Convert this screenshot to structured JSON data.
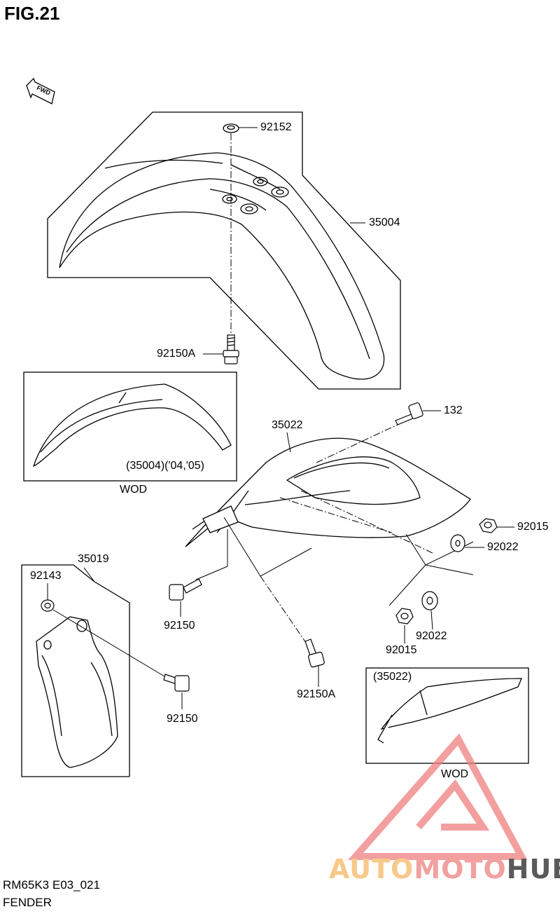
{
  "figure": {
    "title": "FIG.21",
    "code": "RM65K3 E03_021",
    "name": "FENDER"
  },
  "direction_marker": {
    "label": "FWD"
  },
  "parts": {
    "p92152": "92152",
    "p35004": "35004",
    "p92150A_top": "92150A",
    "p35004_alt": "(35004)('04,'05)",
    "wod_1": "WOD",
    "p35022": "35022",
    "p132": "132",
    "p92015_right": "92015",
    "p92022_right": "92022",
    "p35019": "35019",
    "p92143": "92143",
    "p92150_mid": "92150",
    "p92015_low": "92015",
    "p92022_low": "92022",
    "p92150A_low": "92150A",
    "p92150_low": "92150",
    "p35022_alt": "(35022)",
    "wod_2": "WOD"
  },
  "watermark": {
    "brand_part1": "AUTO",
    "brand_part2": "MOTO",
    "brand_part3": "HUB",
    "colors": {
      "auto": "#f7c98a",
      "moto": "#f2a0a0",
      "hub": "#5a5a5a",
      "triangle": "#f08080"
    }
  }
}
